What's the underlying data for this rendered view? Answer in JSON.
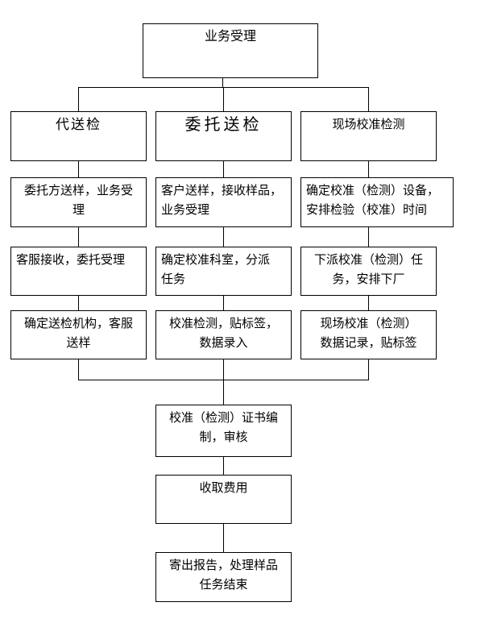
{
  "colors": {
    "background": "#ffffff",
    "box_fill": "#ffffff",
    "box_border": "#000000",
    "connector": "#000000",
    "text": "#000000"
  },
  "flow": {
    "start": "业务受理",
    "branches": [
      {
        "header": "代送检",
        "steps": [
          "委托方送样，业务受\n理",
          "客服接收，委托受理",
          "确定送检机构，客服\n送样"
        ]
      },
      {
        "header": "委托送检",
        "steps": [
          "客户送样，接收样品，\n业务受理",
          "确定校准科室，分派\n任务",
          "校准检测，贴标签，\n数据录入"
        ]
      },
      {
        "header": "现场校准检测",
        "steps": [
          "确定校准（检测）设备，\n安排检验（校准）时间",
          "下派校准（检测）任\n务，安排下厂",
          "现场校准（检测）\n数据记录，贴标签"
        ]
      }
    ],
    "merge": [
      "校准（检测）证书编\n制，审核",
      "收取费用",
      "寄出报告，处理样品\n任务结束"
    ]
  }
}
